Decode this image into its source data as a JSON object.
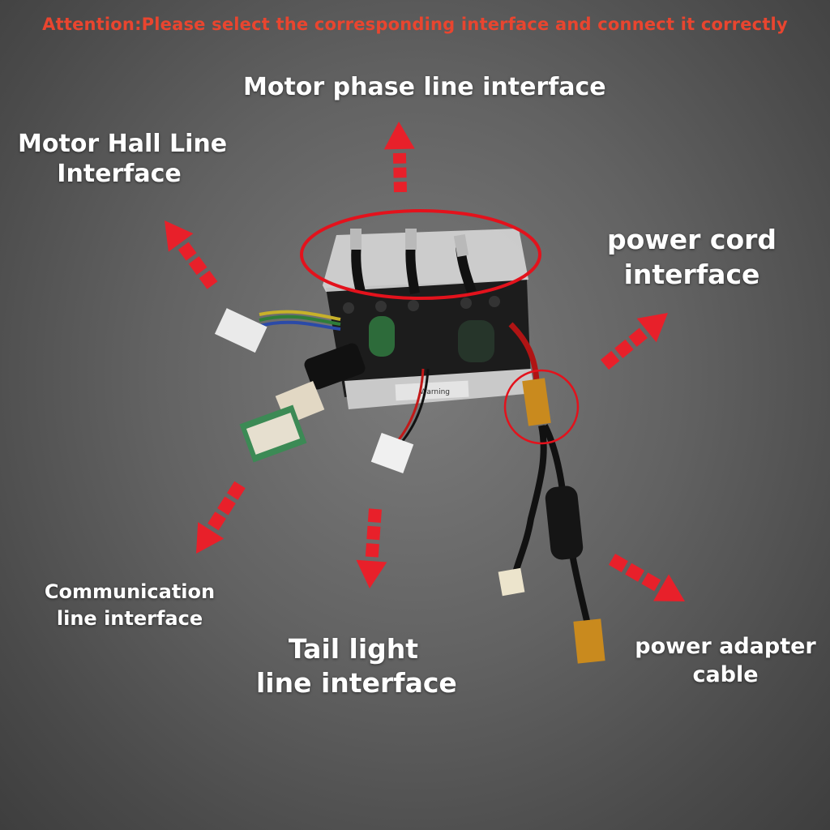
{
  "attention": "Attention:Please select the corresponding interface and connect it correctly",
  "labels": {
    "motor_phase": "Motor phase line interface",
    "motor_hall": [
      "Motor Hall Line",
      "Interface"
    ],
    "power_cord": [
      "power cord",
      "interface"
    ],
    "communication": [
      "Communication",
      "line interface"
    ],
    "tail_light": [
      "Tail light",
      "line interface"
    ],
    "power_adapter": [
      "power adapter",
      "cable"
    ]
  },
  "warning_label": "Warning",
  "colors": {
    "attention": "#e9452f",
    "arrow": "#e8202a",
    "highlight": "#e3121c",
    "label": "#ffffff"
  }
}
